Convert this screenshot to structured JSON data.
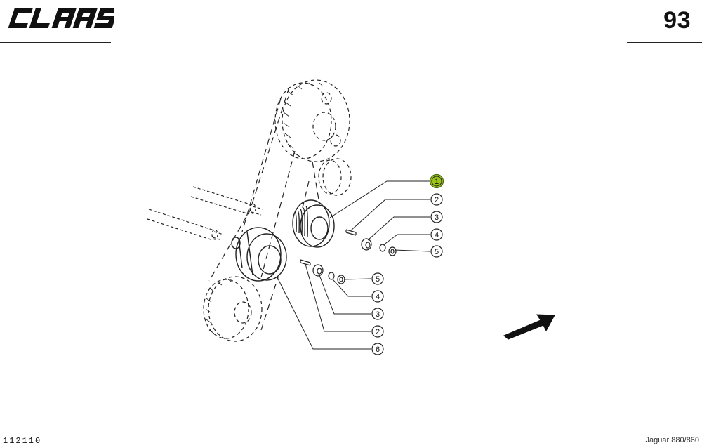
{
  "header": {
    "brand": "CLAAS",
    "page_number": "93"
  },
  "footer": {
    "code": "112110",
    "model": "Jaguar 880/860"
  },
  "callouts": [
    {
      "label": "1",
      "highlighted": true
    },
    {
      "label": "2"
    },
    {
      "label": "3"
    },
    {
      "label": "4"
    },
    {
      "label": "5"
    },
    {
      "label": "5"
    },
    {
      "label": "4"
    },
    {
      "label": "3"
    },
    {
      "label": "2"
    },
    {
      "label": "6"
    }
  ],
  "colors": {
    "ink": "#111111",
    "highlight": "#9bc31c"
  },
  "icons": {
    "direction": "arrow-icon"
  }
}
